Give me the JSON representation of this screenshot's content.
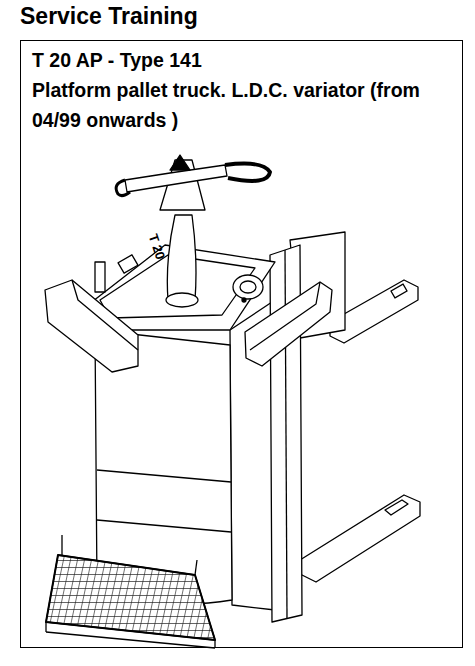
{
  "diagram": {
    "title": "Service Training",
    "nodes": [
      {
        "text": [
          "T 20 AP - Type 141",
          "Platform pallet truck. L.D.C. variator (from 04/99 onwards )"
        ]
      }
    ],
    "labels": [
      "T 20"
    ]
  }
}
